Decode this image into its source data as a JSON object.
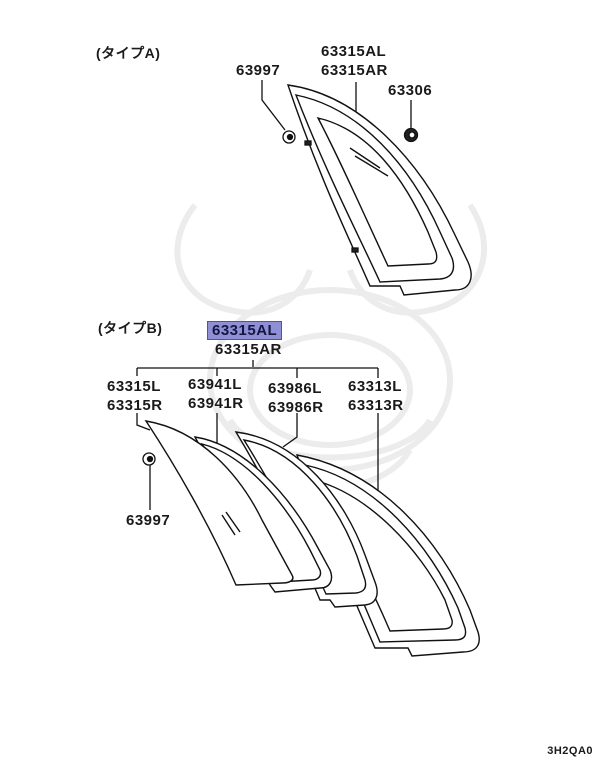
{
  "diagram": {
    "type": "parts-exploded-view",
    "code": "3H2QA0",
    "highlight_color": "#8f8fd6",
    "watermark": "samurai-helmet-logo"
  },
  "type_a": {
    "title": "(タイプA)",
    "parts": [
      {
        "id": "63997",
        "label": "63997"
      },
      {
        "id": "63315AL",
        "label_l": "63315AL",
        "label_r": "63315AR"
      },
      {
        "id": "63306",
        "label": "63306"
      }
    ]
  },
  "type_b": {
    "title": "(タイプB)",
    "assembly": {
      "label_l": "63315AL",
      "label_r": "63315AR",
      "highlighted": "63315AL"
    },
    "parts": [
      {
        "label_l": "63315L",
        "label_r": "63315R"
      },
      {
        "label_l": "63941L",
        "label_r": "63941R"
      },
      {
        "label_l": "63986L",
        "label_r": "63986R"
      },
      {
        "label_l": "63313L",
        "label_r": "63313R"
      }
    ],
    "fastener": {
      "label": "63997"
    }
  }
}
